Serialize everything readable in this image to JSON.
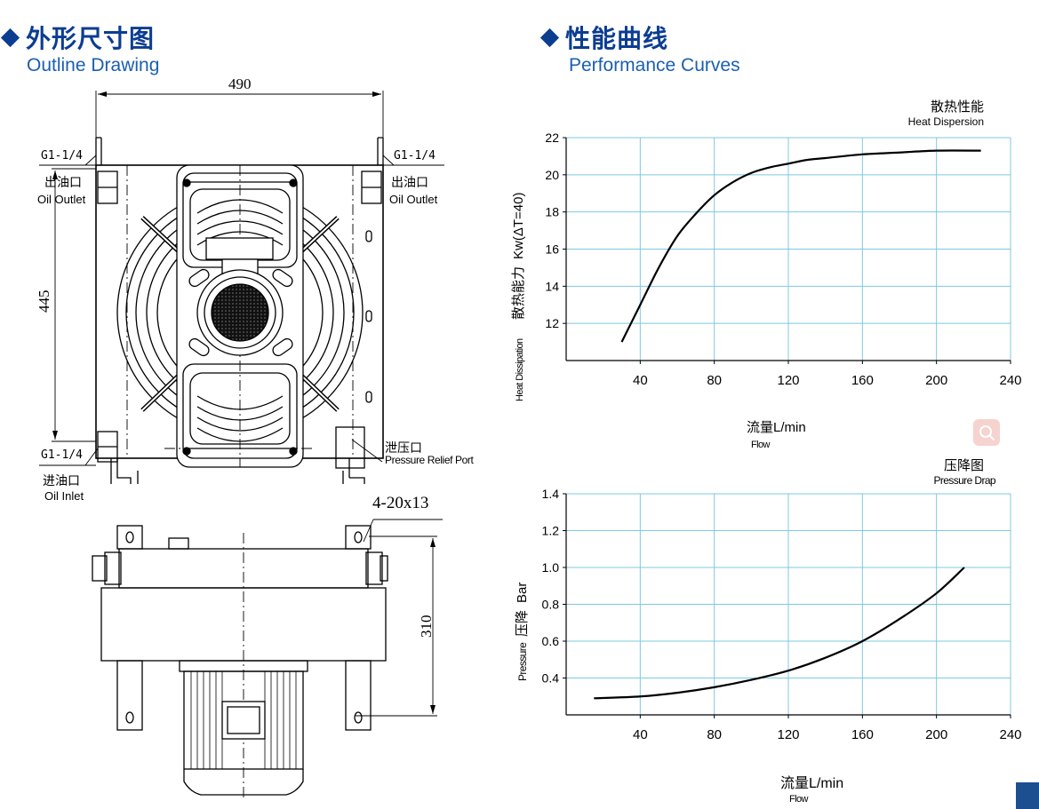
{
  "outline": {
    "title_zh": "外形尺寸图",
    "title_en": "Outline Drawing",
    "dim_width": "490",
    "dim_height": "445",
    "dim_depth": "310",
    "dim_holes": "4-20x13",
    "port_top": "G1-1/4",
    "port_bottom": "G1-1/4",
    "oil_outlet_zh": "出油口",
    "oil_outlet_en": "Oil Outlet",
    "oil_inlet_zh": "进油口",
    "oil_inlet_en": "Oil Inlet",
    "relief_zh": "泄压口",
    "relief_en": "Pressure Relief Port"
  },
  "performance": {
    "title_zh": "性能曲线",
    "title_en": "Performance Curves"
  },
  "chart_data": [
    {
      "type": "line",
      "title": "散热性能",
      "subtitle": "Heat Dispersion",
      "ylabel_zh": "散热能力",
      "ylabel_en": "Heat Dissipation",
      "ylabel_unit": "Kw(ΔT=40)",
      "xlabel_zh": "流量L/min",
      "xlabel_en": "Flow",
      "xlim": [
        0,
        240
      ],
      "ylim": [
        10,
        22
      ],
      "xticks": [
        40,
        80,
        120,
        160,
        200,
        240
      ],
      "yticks": [
        12,
        14,
        16,
        18,
        20,
        22
      ],
      "ytick_labels": [
        "12",
        "14",
        "16",
        "18",
        "20",
        "22"
      ],
      "grid": true,
      "series": [
        {
          "x": [
            30,
            40,
            50,
            60,
            70,
            80,
            90,
            100,
            110,
            120,
            130,
            140,
            160,
            180,
            200,
            224
          ],
          "y": [
            11.0,
            13.0,
            15.0,
            16.7,
            17.9,
            18.9,
            19.6,
            20.1,
            20.4,
            20.6,
            20.8,
            20.9,
            21.1,
            21.2,
            21.3,
            21.3
          ]
        }
      ]
    },
    {
      "type": "line",
      "title": "压降图",
      "subtitle": "Pressure Drap",
      "ylabel_zh": "压降",
      "ylabel_en": "Pressure",
      "ylabel_unit": "Bar",
      "xlabel_zh": "流量L/min",
      "xlabel_en": "Flow",
      "xlim": [
        0,
        240
      ],
      "ylim": [
        0.2,
        1.4
      ],
      "xticks": [
        40,
        80,
        120,
        160,
        200,
        240
      ],
      "yticks": [
        0.4,
        0.6,
        0.8,
        1.0,
        1.2,
        1.4
      ],
      "ytick_labels": [
        "0.4",
        "0.6",
        "0.8",
        "1.0",
        "1.2",
        "1.4"
      ],
      "grid": true,
      "series": [
        {
          "x": [
            15,
            40,
            60,
            80,
            100,
            120,
            140,
            160,
            180,
            200,
            215
          ],
          "y": [
            0.29,
            0.3,
            0.32,
            0.35,
            0.39,
            0.44,
            0.51,
            0.6,
            0.72,
            0.86,
            1.0
          ]
        }
      ]
    }
  ],
  "colors": {
    "heading": "#0b3d91",
    "heading_en": "#1b5fb0",
    "grid": "#7ec8e3",
    "curve": "#000000"
  },
  "icons": {
    "search": "search-icon",
    "bullet": "diamond-bullet-icon"
  }
}
